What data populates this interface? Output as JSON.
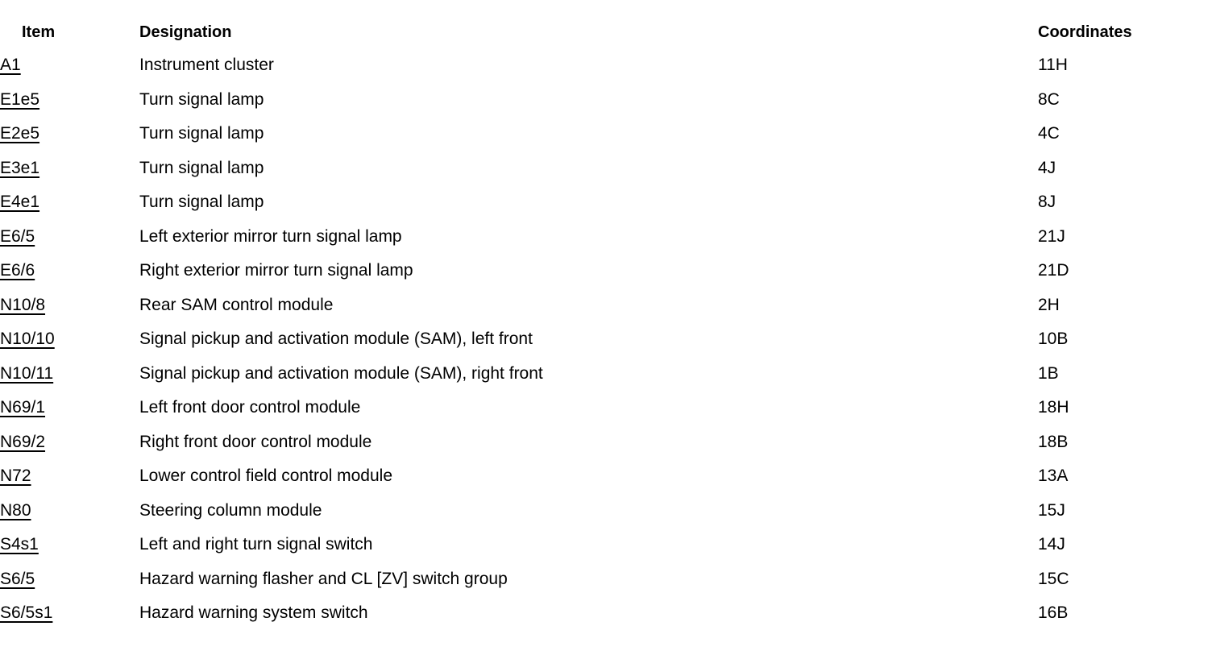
{
  "document": {
    "type": "component-legend-table",
    "text_color": "#000000",
    "background_color": "#ffffff"
  },
  "table": {
    "columns": [
      {
        "key": "item",
        "label": "Item"
      },
      {
        "key": "designation",
        "label": "Designation"
      },
      {
        "key": "coordinates",
        "label": "Coordinates"
      }
    ],
    "rows": [
      {
        "item": "A1",
        "designation": "Instrument cluster",
        "coordinates": "11H"
      },
      {
        "item": "E1e5",
        "designation": "Turn signal lamp",
        "coordinates": "8C"
      },
      {
        "item": "E2e5",
        "designation": "Turn signal lamp",
        "coordinates": "4C"
      },
      {
        "item": "E3e1",
        "designation": "Turn signal lamp",
        "coordinates": "4J"
      },
      {
        "item": "E4e1",
        "designation": "Turn signal lamp",
        "coordinates": "8J"
      },
      {
        "item": "E6/5",
        "designation": "Left exterior mirror turn signal lamp",
        "coordinates": "21J"
      },
      {
        "item": "E6/6",
        "designation": "Right exterior mirror turn signal lamp",
        "coordinates": "21D"
      },
      {
        "item": "N10/8",
        "designation": "Rear SAM control module",
        "coordinates": "2H"
      },
      {
        "item": "N10/10",
        "designation": "Signal pickup and activation module (SAM), left front",
        "coordinates": "10B"
      },
      {
        "item": "N10/11",
        "designation": "Signal pickup and activation module (SAM), right front",
        "coordinates": "1B"
      },
      {
        "item": "N69/1",
        "designation": "Left front door control module",
        "coordinates": "18H"
      },
      {
        "item": "N69/2",
        "designation": "Right front door control module",
        "coordinates": "18B"
      },
      {
        "item": "N72",
        "designation": "Lower control field control module",
        "coordinates": "13A"
      },
      {
        "item": "N80",
        "designation": "Steering column module",
        "coordinates": "15J"
      },
      {
        "item": "S4s1",
        "designation": "Left and right turn signal switch",
        "coordinates": "14J"
      },
      {
        "item": "S6/5",
        "designation": "Hazard warning flasher and CL [ZV] switch group",
        "coordinates": "15C"
      },
      {
        "item": "S6/5s1",
        "designation": "Hazard warning system switch",
        "coordinates": "16B"
      }
    ]
  }
}
